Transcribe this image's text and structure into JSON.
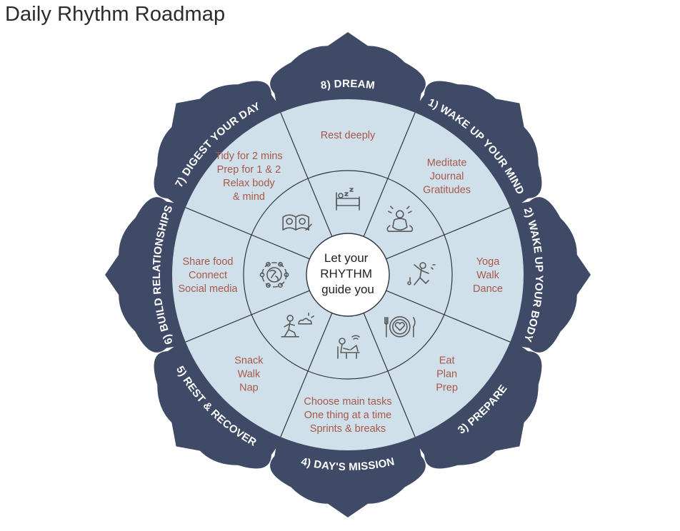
{
  "title": "Daily Rhythm Roadmap",
  "center": {
    "lines": [
      "Let your",
      "RHYTHM",
      "guide you"
    ]
  },
  "colors": {
    "petal": "#3f4a66",
    "disc": "#cfe0ea",
    "activity_text": "#a8584a",
    "center": "#ffffff"
  },
  "sectors": [
    {
      "label": "8) DREAM",
      "activities": [
        "Rest deeply"
      ],
      "icon": "sleeping-bed-icon"
    },
    {
      "label": "1) WAKE UP YOUR MIND",
      "activities": [
        "Meditate",
        "Journal",
        "Gratitudes"
      ],
      "icon": "meditation-icon"
    },
    {
      "label": "2) WAKE UP YOUR BODY",
      "activities": [
        "Yoga",
        "Walk",
        "Dance"
      ],
      "icon": "dancing-person-icon"
    },
    {
      "label": "3) PREPARE",
      "activities": [
        "Eat",
        "Plan",
        "Prep"
      ],
      "icon": "plate-heart-icon"
    },
    {
      "label": "4) DAY'S MISSION",
      "activities": [
        "Choose main tasks",
        "One thing at a time",
        "Sprints & breaks"
      ],
      "icon": "desk-work-icon"
    },
    {
      "label": "5) REST & RECOVER",
      "activities": [
        "Snack",
        "Walk",
        "Nap"
      ],
      "icon": "walking-outdoors-icon"
    },
    {
      "label": "6) BUILD RELATIONSHIPS",
      "activities": [
        "Share food",
        "Connect",
        "Social media"
      ],
      "icon": "globe-network-icon"
    },
    {
      "label": "7) DIGEST YOUR DAY",
      "activities": [
        "Tidy for 2 mins",
        "Prep for 1 & 2",
        "Relax body",
        "& mind"
      ],
      "icon": "journal-book-icon"
    }
  ]
}
